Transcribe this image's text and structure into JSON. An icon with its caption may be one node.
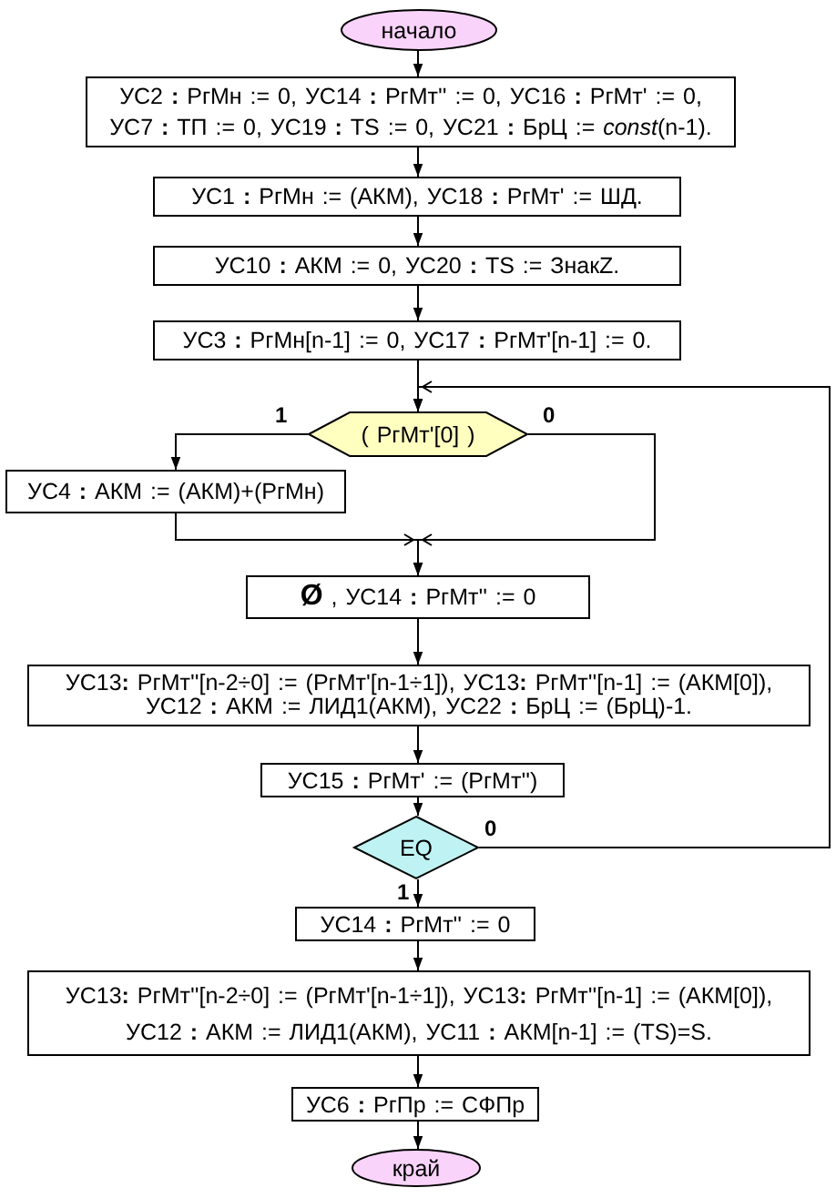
{
  "diagram": {
    "nodes": [
      {
        "text": [
          "начало"
        ]
      },
      {
        "text": [
          "УС2 **:** РгМн := 0, УС14 **:** РгМт'' := 0, УС16 **:** РгМт' := 0, УС7 **:** ТП := 0, УС19 **:** TS := 0, УС21 **:** БрЦ := *const*(n-1)."
        ]
      },
      {
        "text": [
          "УС1 **:** РгМн := (АКМ), УС18 **:** РгМт' := ШД."
        ]
      },
      {
        "text": [
          "УС10 **:** АКМ := 0, УС20 **:** TS := ЗнакZ."
        ]
      },
      {
        "text": [
          "УС3 **:** РгМн[n-1] := 0, УС17 **:** РгМт'[n-1] := 0."
        ]
      },
      {
        "text": [
          "( РгМт'[0] )"
        ]
      },
      {
        "text": [
          "УС4 **:** АКМ := (АКМ)+(РгМн)"
        ]
      },
      {
        "text": [
          "**Ø** , УС14 **:** РгМт'' := 0"
        ]
      },
      {
        "text": [
          "УС13**:** РгМт''[n-2÷0] := (РгМт'[n-1÷1]), УС13**:** РгМт''[n-1] := (АКМ[0]), УС12 **:** АКМ := ЛИД1(АКМ), УС22 **:** БрЦ := (БрЦ)-1."
        ]
      },
      {
        "text": [
          "УС15 **:** РгМт' := (РгМт'')"
        ]
      },
      {
        "text": [
          "EQ"
        ]
      },
      {
        "text": [
          "УС14 **:** РгМт'' := 0"
        ]
      },
      {
        "text": [
          "УС13**:** РгМт''[n-2÷0] := (РгМт'[n-1÷1]), УС13**:** РгМт''[n-1] := (АКМ[0]), УС12 **:** АКМ := ЛИД1(АКМ), УС11 **:** АКМ[n-1] := (TS)=S."
        ]
      },
      {
        "text": [
          "УС6 **:** РгПр := СФПр"
        ]
      },
      {
        "text": [
          "край"
        ]
      }
    ],
    "edges": [
      {
        "from": 0,
        "to": 1,
        "arrow": "to"
      },
      {
        "from": 1,
        "to": 2,
        "arrow": "to"
      },
      {
        "from": 2,
        "to": 3,
        "arrow": "to"
      },
      {
        "from": 3,
        "to": 4,
        "arrow": "to"
      },
      {
        "from": 4,
        "to": 5,
        "arrow": "to"
      },
      {
        "from": 5,
        "to": 6,
        "arrow": "to",
        "label": "1"
      },
      {
        "from": 5,
        "to": 7,
        "arrow": "to",
        "label": "0"
      },
      {
        "from": 6,
        "to": 7,
        "arrow": "to"
      },
      {
        "from": 7,
        "to": 8,
        "arrow": "to"
      },
      {
        "from": 8,
        "to": 9,
        "arrow": "to"
      },
      {
        "from": 9,
        "to": 10,
        "arrow": "to"
      },
      {
        "from": 10,
        "to": 5,
        "arrow": "to",
        "label": "0"
      },
      {
        "from": 10,
        "to": 11,
        "arrow": "to",
        "label": "1"
      },
      {
        "from": 11,
        "to": 12,
        "arrow": "to"
      },
      {
        "from": 12,
        "to": 13,
        "arrow": "to"
      },
      {
        "from": 13,
        "to": 14,
        "arrow": "to"
      }
    ]
  }
}
